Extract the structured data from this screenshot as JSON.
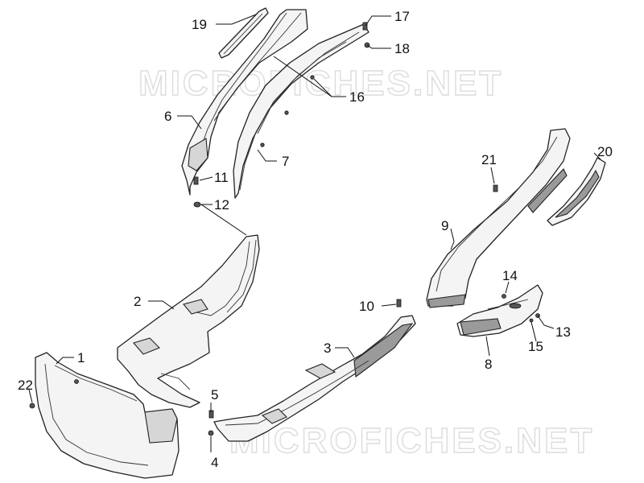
{
  "watermark": {
    "text_top": "MICROFICHES.NET",
    "text_bottom": "MICROFICHES.NET"
  },
  "callouts": {
    "p1": "1",
    "p2": "2",
    "p3": "3",
    "p4": "4",
    "p5": "5",
    "p6": "6",
    "p7": "7",
    "p8": "8",
    "p9": "9",
    "p10": "10",
    "p11": "11",
    "p12": "12",
    "p13": "13",
    "p14": "14",
    "p15": "15",
    "p16": "16",
    "p17": "17",
    "p18": "18",
    "p19": "19",
    "p20": "20",
    "p21": "21",
    "p22": "22"
  }
}
